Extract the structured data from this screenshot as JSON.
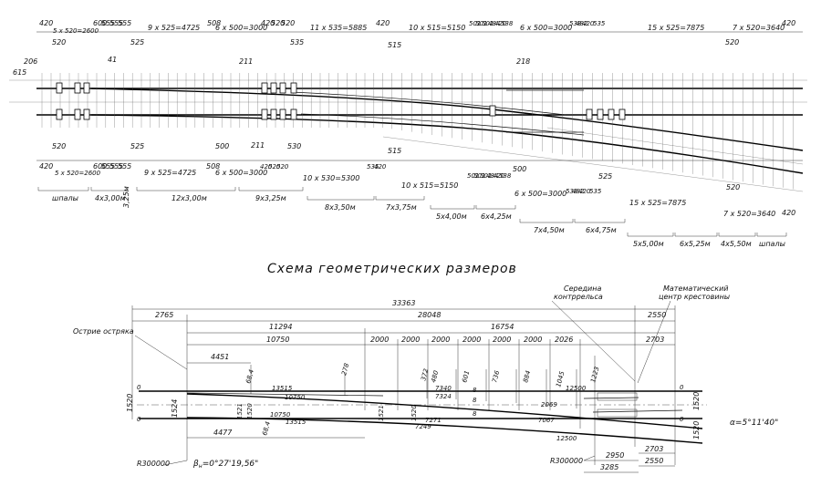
{
  "top_plan": {
    "top_chain": [
      "420",
      "520",
      "5 x 520=2600",
      "600",
      "555",
      "555",
      "555",
      "525",
      "9 x 525=4725",
      "508",
      "6 x 500=3000",
      "420",
      "520",
      "520",
      "535",
      "11 x 535=5885",
      "420",
      "515",
      "10 x 515=5150",
      "501",
      "501",
      "501",
      "484",
      "420",
      "538",
      "6 x 500=3000",
      "538",
      "482",
      "420",
      "535",
      "15 x 525=7875",
      "520",
      "7 x 520=3640",
      "420"
    ],
    "left_dims": [
      "615",
      "206",
      "41",
      "211",
      "218"
    ],
    "bottom_chain": [
      "420",
      "520",
      "5 x 520=2600",
      "600",
      "555",
      "555",
      "555",
      "525",
      "9 x 525=4725",
      "508",
      "500",
      "6 x 500=3000",
      "211",
      "420",
      "520",
      "520",
      "530",
      "10 x 530=5300",
      "535",
      "420",
      "515",
      "10 x 515=5150",
      "501",
      "501",
      "501",
      "484",
      "420",
      "538",
      "500",
      "6 x 500=3000",
      "538",
      "482",
      "420",
      "535",
      "525",
      "15 x 525=7875",
      "520",
      "7 x 520=3640",
      "420"
    ],
    "groups": [
      "шпалы",
      "4х3,00м",
      "3,25м",
      "12х3,00м",
      "9х3,25м",
      "8х3,50м",
      "7х3,75м",
      "5х4,00м",
      "6х4,25м",
      "7х4,50м",
      "6х4,75м",
      "5х5,00м",
      "6х5,25м",
      "4х5,50м",
      "шпалы"
    ]
  },
  "section_title": "Схема геометрических размеров",
  "geometry": {
    "labels": {
      "switch_point": "Острие остряка",
      "guard_rail_mid": "Середина\nконтррельса",
      "frog_center": "Математический\nцентр крестовины",
      "radius_left": "R300000",
      "radius_right": "R300000",
      "beta": "β",
      "beta_sub": "н",
      "beta_value": "=0°27'19,56\"",
      "alpha": "α=5°11'40\""
    },
    "dims_top": [
      "33363",
      "2765",
      "28048",
      "2550",
      "11294",
      "16754",
      "10750",
      "2000",
      "2000",
      "2000",
      "2000",
      "2000",
      "2000",
      "2026",
      "2703",
      "4451"
    ],
    "dims_vertical": [
      "68,4",
      "278",
      "372",
      "480",
      "601",
      "736",
      "884",
      "1045",
      "1223",
      "1520",
      "1521",
      "1524",
      "1520",
      "1521",
      "1520",
      "68,4",
      "1520"
    ],
    "dims_inner": [
      "13515",
      "10750",
      "10750",
      "13515",
      "7340",
      "7324",
      "7271",
      "7249",
      "2069",
      "7067",
      "12500",
      "12500",
      "8",
      "8",
      "8",
      "0",
      "0",
      "0",
      "0"
    ],
    "dims_bottom": [
      "4477",
      "2950",
      "3285",
      "2703",
      "2550"
    ]
  }
}
